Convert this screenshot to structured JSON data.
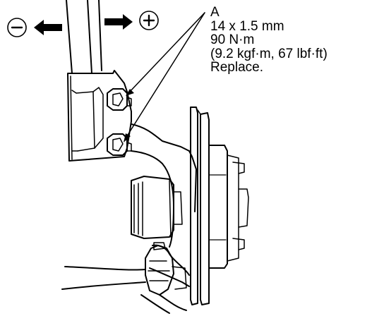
{
  "callout": {
    "label": "A",
    "bolt_size": "14 x 1.5 mm",
    "torque_nm": "90 N·m",
    "torque_alt": "(9.2 kgf·m, 67 lbf·ft)",
    "note": "Replace."
  },
  "direction": {
    "minus_symbol": "−",
    "plus_symbol": "+"
  },
  "colors": {
    "line": "#000000",
    "background": "#ffffff"
  }
}
